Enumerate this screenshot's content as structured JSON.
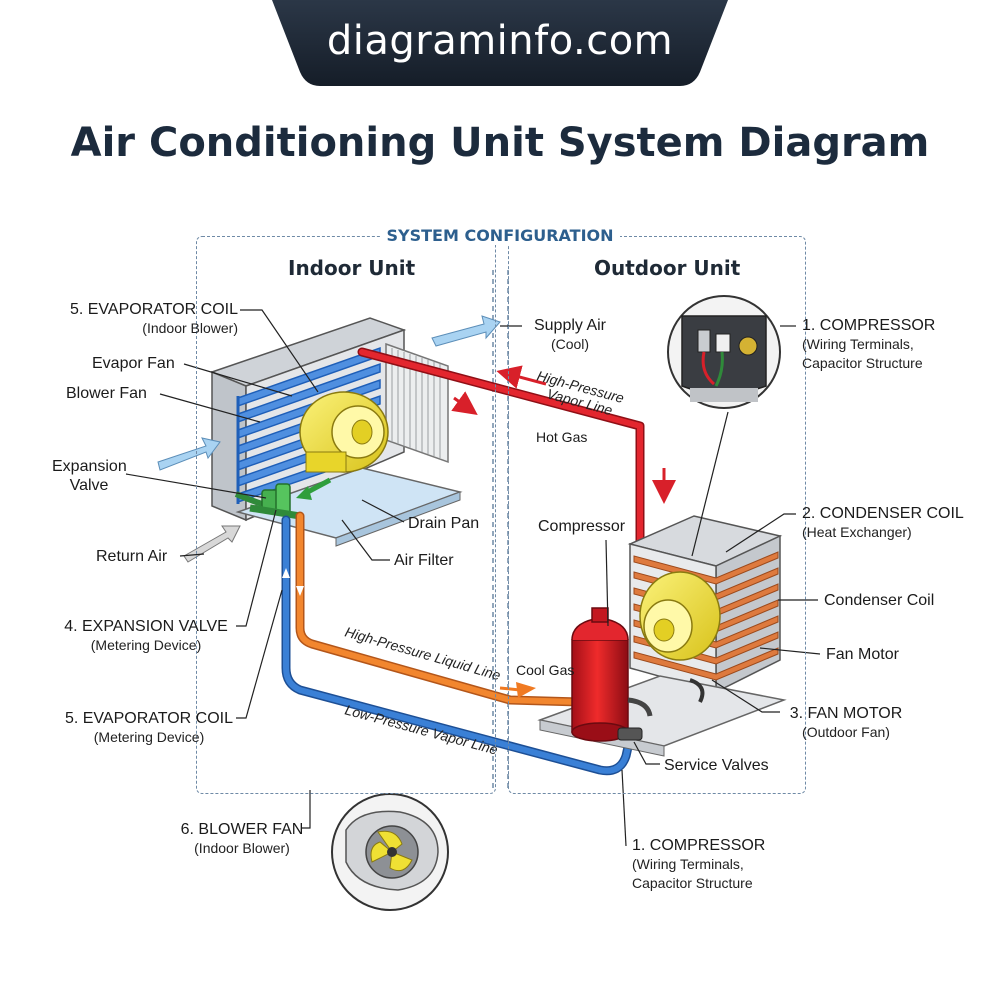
{
  "header": {
    "site": "diagraminfo.com",
    "title": "Air Conditioning Unit System Diagram"
  },
  "frame": {
    "title": "SYSTEM CONFIGURATION",
    "indoor_title": "Indoor Unit",
    "outdoor_title": "Outdoor Unit"
  },
  "labels": {
    "evap_coil_top": {
      "main": "5. EVAPORATOR COIL",
      "sub": "(Indoor Blower)"
    },
    "evapor_fan": "Evapor Fan",
    "blower_fan": "Blower Fan",
    "expansion_valve": {
      "line1": "Expansion",
      "line2": "Valve"
    },
    "return_air": "Return Air",
    "expansion_valve_meter": {
      "main": "4. EXPANSION VALVE",
      "sub": "(Metering Device)"
    },
    "evap_coil_bottom": {
      "main": "5. EVAPORATOR COIL",
      "sub": "(Metering Device)"
    },
    "blower_fan_inset": {
      "main": "6. BLOWER FAN",
      "sub": "(Indoor Blower)"
    },
    "supply_air": {
      "main": "Supply Air",
      "sub": "(Cool)"
    },
    "drain_pan": "Drain Pan",
    "air_filter": "Air Filter",
    "compressor_top": {
      "main": "1. COMPRESSOR",
      "sub1": "(Wiring Terminals,",
      "sub2": "Capacitor Structure"
    },
    "condenser_coil_num": {
      "main": "2. CONDENSER COIL",
      "sub": "(Heat Exchanger)"
    },
    "condenser_coil": "Condenser Coil",
    "fan_motor": "Fan Motor",
    "fan_motor_num": {
      "main": "3. FAN MOTOR",
      "sub": "(Outdoor Fan)"
    },
    "compressor": "Compressor",
    "service_valves": "Service Valves",
    "compressor_bottom": {
      "main": "1. COMPRESSOR",
      "sub1": "(Wiring Terminals,",
      "sub2": "Capacitor Structure"
    },
    "cool_gas": "Cool Gas",
    "hot_gas": "Hot Gas"
  },
  "pipes": {
    "hp_vapor_1": "High-Pressure",
    "hp_vapor_2": "Vapor Line",
    "hp_liquid": "High-Pressure Liquid Line",
    "lp_vapor": "Low-Pressure Vapor Line"
  },
  "colors": {
    "banner": "#1f2a38",
    "hot_line": "#d8202a",
    "liquid_line": "#f07a22",
    "suction_line": "#2f6fbf",
    "coil_blue": "#3f7fd4",
    "fan_yellow": "#f2e23a",
    "condenser_copper": "#d9733a"
  }
}
